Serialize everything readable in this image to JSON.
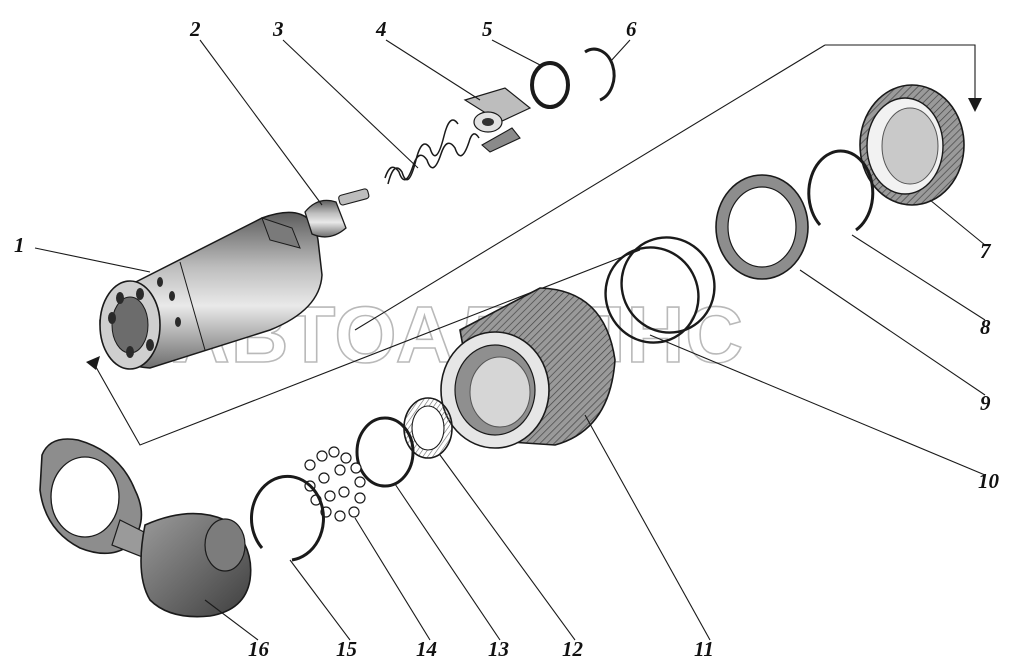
{
  "watermark": "АВТОАЛЬЯНС",
  "callouts": [
    "1",
    "2",
    "3",
    "4",
    "5",
    "6",
    "7",
    "8",
    "9",
    "10",
    "11",
    "12",
    "13",
    "14",
    "15",
    "16"
  ],
  "colors": {
    "ink": "#1a1a1a",
    "shade": "#8a8a8a",
    "light": "#d8d8d8",
    "watermark": "#b9b9b9"
  }
}
